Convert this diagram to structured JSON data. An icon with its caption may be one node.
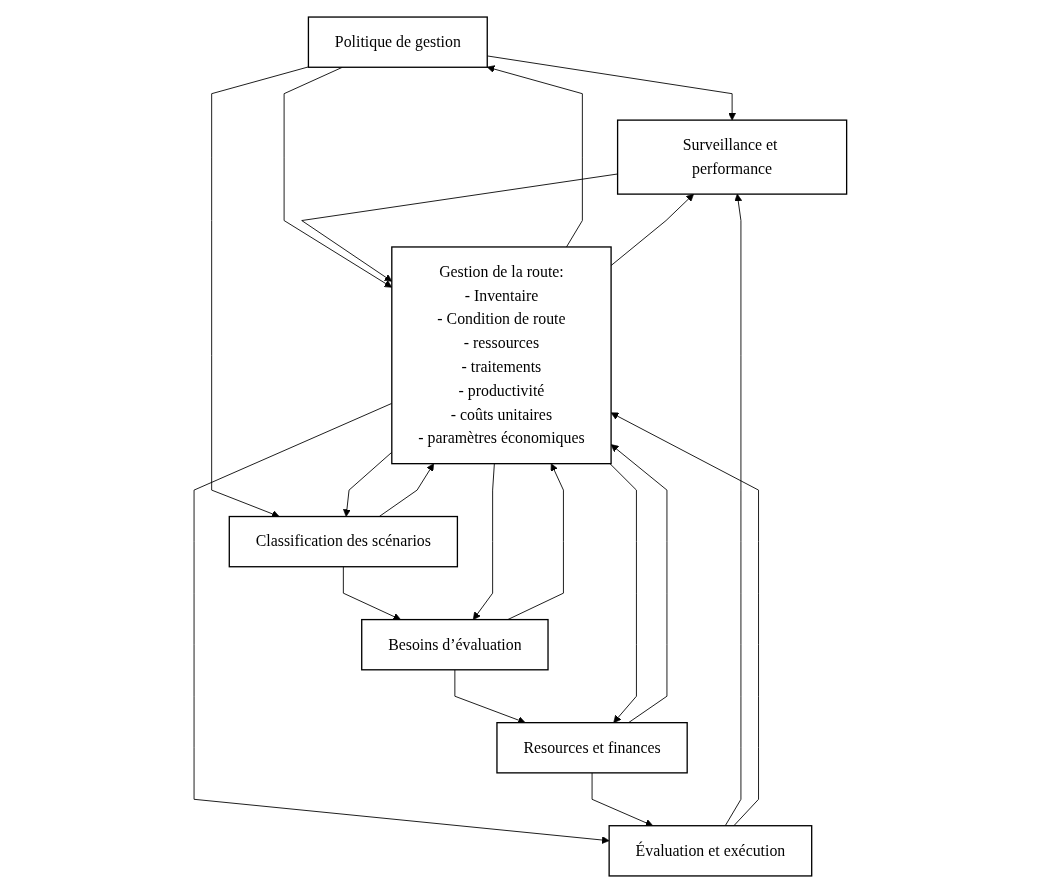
{
  "diagram": {
    "nodes": [
      {
        "text": [
          "Politique de gestion"
        ]
      },
      {
        "text": [
          "Surveillance et performance"
        ]
      },
      {
        "text": [
          "Gestion de la route:",
          "- Inventaire",
          "- Condition de route",
          "- ressources",
          "- traitements",
          "- productivité",
          "- coûts unitaires",
          "- paramètres économiques"
        ]
      },
      {
        "text": [
          "Classification des scénarios"
        ]
      },
      {
        "text": [
          "Évaluation et exécution"
        ]
      },
      {
        "text": [
          "Besoins d’évaluation"
        ]
      },
      {
        "text": [
          "Resources et finances"
        ]
      }
    ],
    "edges": [
      {
        "from": 0,
        "to": 1,
        "arrow": "to"
      },
      {
        "from": 0,
        "to": 3,
        "arrow": "to"
      },
      {
        "from": 2,
        "to": 0,
        "arrow": "to"
      },
      {
        "from": 0,
        "to": 2,
        "arrow": "to"
      },
      {
        "from": 1,
        "to": 2,
        "arrow": "to"
      },
      {
        "from": 2,
        "to": 1,
        "arrow": "to"
      },
      {
        "from": 3,
        "to": 2,
        "arrow": "to"
      },
      {
        "from": 2,
        "to": 3,
        "arrow": "to"
      },
      {
        "from": 3,
        "to": 5,
        "arrow": "to"
      },
      {
        "from": 4,
        "to": 1,
        "arrow": "to"
      },
      {
        "from": 4,
        "to": 2,
        "arrow": "to"
      },
      {
        "from": 2,
        "to": 4,
        "arrow": "to"
      },
      {
        "from": 5,
        "to": 2,
        "arrow": "to"
      },
      {
        "from": 2,
        "to": 5,
        "arrow": "to"
      },
      {
        "from": 5,
        "to": 6,
        "arrow": "to"
      },
      {
        "from": 6,
        "to": 2,
        "arrow": "to"
      },
      {
        "from": 2,
        "to": 6,
        "arrow": "to"
      },
      {
        "from": 6,
        "to": 4,
        "arrow": "to"
      }
    ]
  }
}
